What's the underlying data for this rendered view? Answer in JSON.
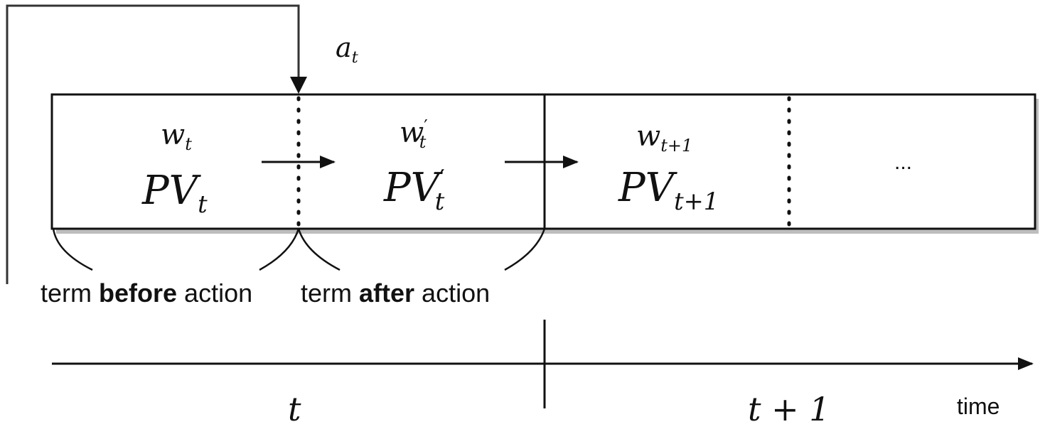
{
  "action": {
    "symbol": "a",
    "sub": "t"
  },
  "term_t": {
    "before": {
      "w": "w",
      "w_sub": "t",
      "pv": "PV",
      "pv_sub": "t"
    },
    "after": {
      "w": "w",
      "w_prime": "′",
      "w_sub": "t",
      "pv": "PV",
      "pv_prime": "′",
      "pv_sub": "t"
    }
  },
  "term_t1": {
    "w": "w",
    "w_sub": "t+1",
    "pv": "PV",
    "pv_sub": "t+1",
    "ellipsis": "..."
  },
  "labels": {
    "before_prefix": "term ",
    "before_bold": "before",
    "before_suffix": " action",
    "after_prefix": " term ",
    "after_bold": "after",
    "after_suffix": " action"
  },
  "timeline": {
    "tick_t": "t",
    "tick_t1": "t + 1",
    "axis_label": "time"
  }
}
